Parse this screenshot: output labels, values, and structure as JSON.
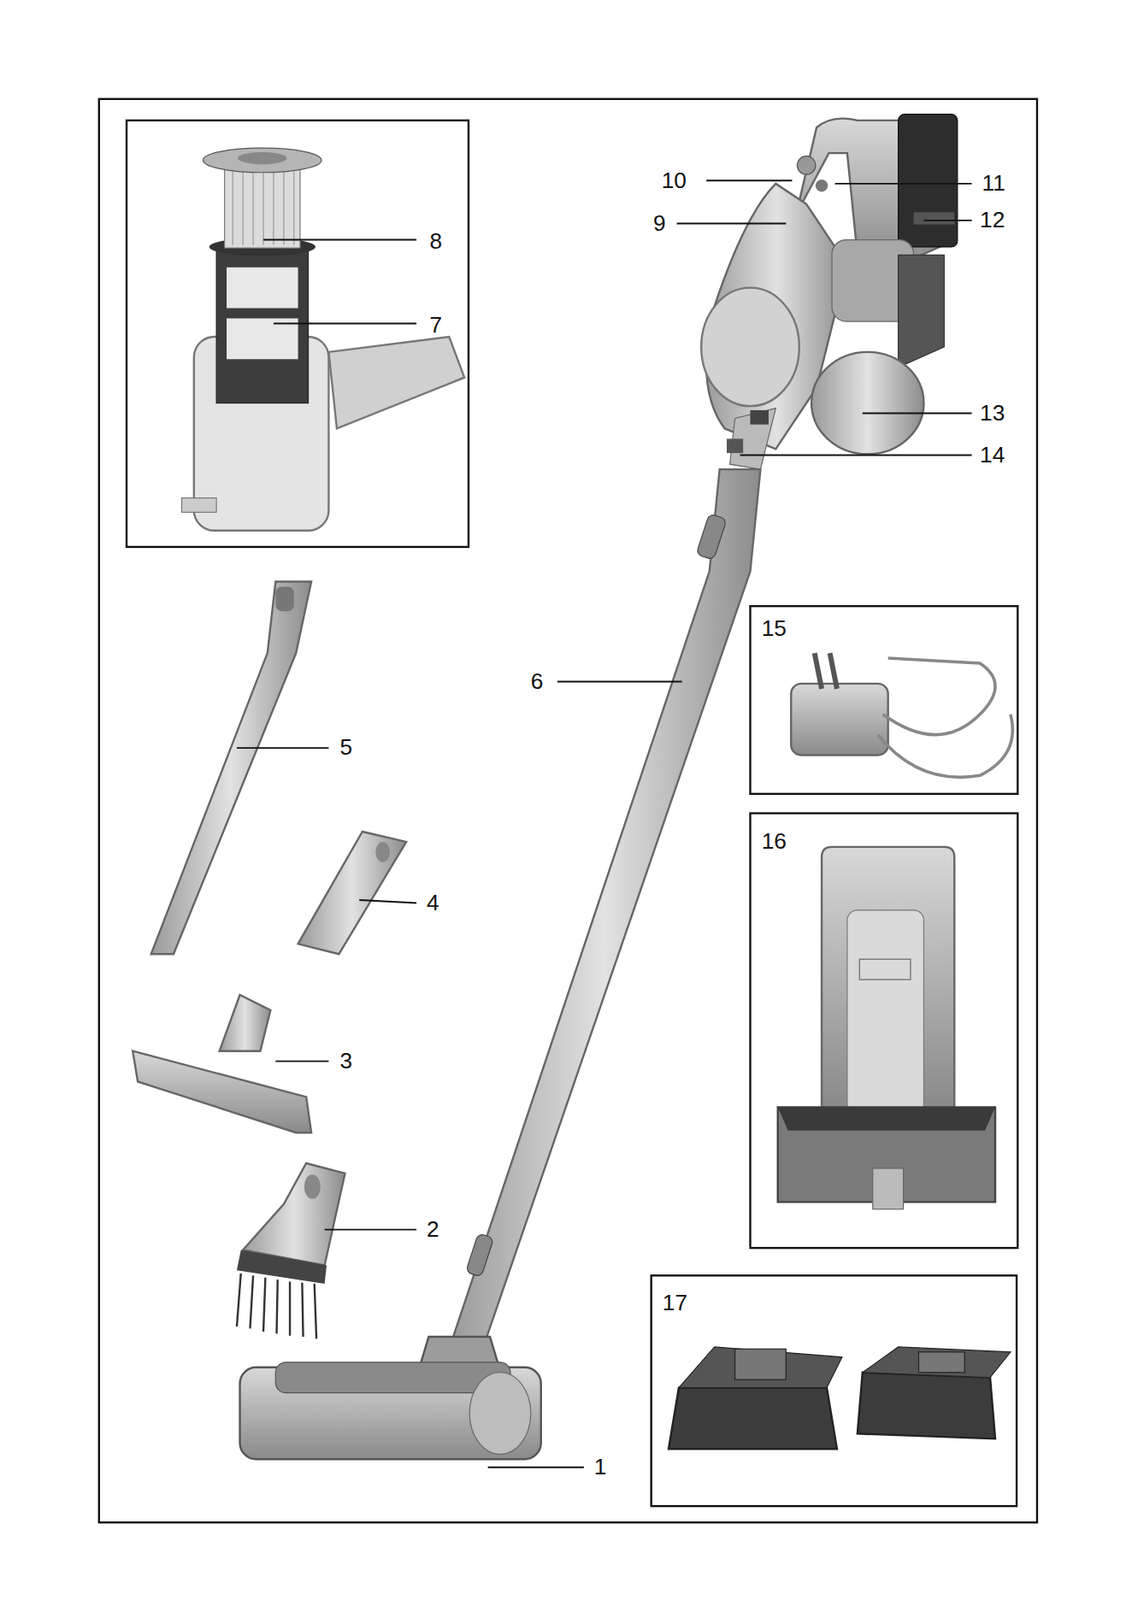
{
  "diagram": {
    "nodes": [
      {
        "text": [
          "8",
          "7"
        ]
      },
      {
        "text": [
          "15"
        ]
      },
      {
        "text": [
          "16"
        ]
      },
      {
        "text": [
          "17"
        ]
      }
    ],
    "labels": [
      "10",
      "11",
      "9",
      "12",
      "13",
      "14",
      "6",
      "5",
      "4",
      "3",
      "2",
      "1"
    ]
  }
}
